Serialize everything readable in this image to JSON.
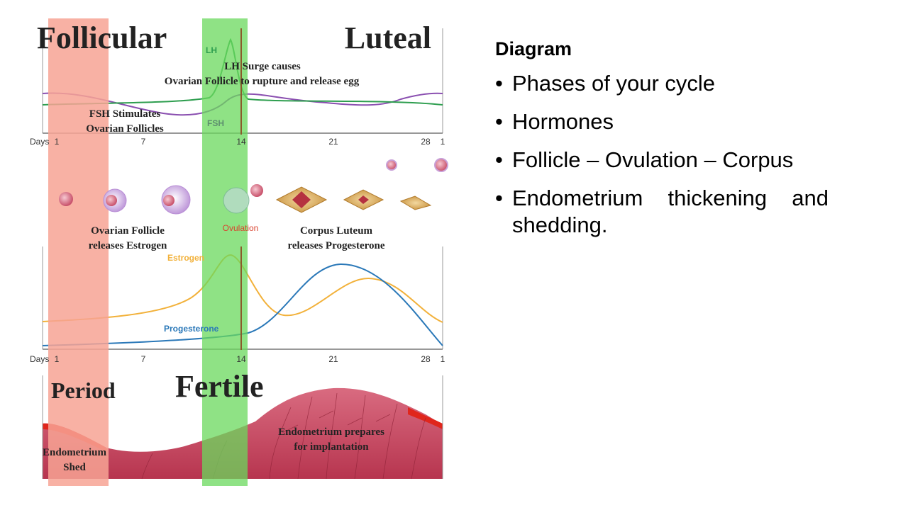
{
  "diagram": {
    "labels": {
      "follicular": "Follicular",
      "luteal": "Luteal",
      "lh": "LH",
      "fsh": "FSH",
      "lh_surge_1": "LH Surge causes",
      "lh_surge_2": "Ovarian Follicle to rupture and release egg",
      "fsh_1": "FSH Stimulates",
      "fsh_2": "Ovarian  Follicles",
      "follicle_1": "Ovarian Follicle",
      "follicle_2": "releases Estrogen",
      "ovulation": "Ovulation",
      "corpus_1": "Corpus Luteum",
      "corpus_2": "releases Progesterone",
      "estrogen": "Estrogen",
      "progesterone": "Progesterone",
      "period": "Period",
      "fertile": "Fertile",
      "shed_1": "Endometrium",
      "shed_2": "Shed",
      "prepares_1": "Endometrium prepares",
      "prepares_2": "for implantation"
    },
    "days": [
      "Days",
      "1",
      "7",
      "14",
      "21",
      "28",
      "1"
    ],
    "colors": {
      "lh": "#2e9e4f",
      "fsh": "#8a4fb0",
      "estrogen": "#f2b13a",
      "progesterone": "#2a78b8",
      "period_band": "#f7a394",
      "fertile_band": "#6ad85c",
      "endometrium": "#c9546a"
    }
  },
  "slide": {
    "heading": "Diagram",
    "bullets": [
      "Phases of your cycle",
      "Hormones",
      "Follicle – Ovulation – Corpus",
      "Endometrium thickening and shedding."
    ]
  }
}
